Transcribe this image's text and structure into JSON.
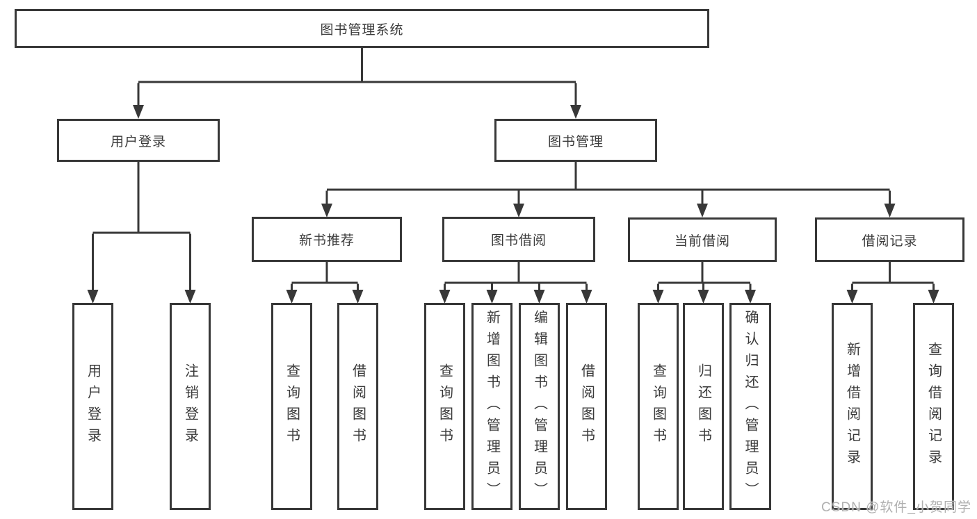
{
  "tree": {
    "root": "图书管理系统",
    "branches": [
      {
        "label": "用户登录",
        "children": [
          "用户登录",
          "注销登录"
        ]
      },
      {
        "label": "图书管理"
      }
    ],
    "modules": [
      {
        "label": "新书推荐",
        "children": [
          "查询图书",
          "借阅图书"
        ]
      },
      {
        "label": "图书借阅",
        "children": [
          "查询图书",
          "新增图书（管理员）",
          "编辑图书（管理员）",
          "借阅图书"
        ]
      },
      {
        "label": "当前借阅",
        "children": [
          "查询图书",
          "归还图书",
          "确认归还（管理员）"
        ]
      },
      {
        "label": "借阅记录",
        "children": [
          "新增借阅记录",
          "查询借阅记录"
        ]
      }
    ]
  },
  "watermark": "CSDN @软件_小贺同学",
  "colors": {
    "line": "#383838",
    "box_border": "#383838",
    "text": "#3a3a3a",
    "watermark": "#b0b0b0",
    "background": "#ffffff"
  }
}
